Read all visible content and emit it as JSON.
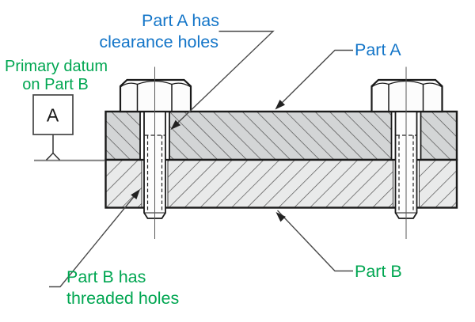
{
  "diagram_title": "Bolted joint cross-section: clearance vs threaded holes",
  "colors": {
    "label_blue": "#1375c8",
    "label_green": "#00a651",
    "outline_dark": "#1a1a1a",
    "part_a_fill": "#d3d5d6",
    "part_b_fill": "#e9eaea",
    "hatch_line": "#4f4f4f",
    "leader_line": "#4a4a4a"
  },
  "labels": {
    "clearance_callout_line1": "Part A has",
    "clearance_callout_line2": "clearance holes",
    "part_a": "Part A",
    "datum_note_line1": "Primary datum",
    "datum_note_line2": "on Part B",
    "datum_letter": "A",
    "threaded_callout_line1": "Part B has",
    "threaded_callout_line2": "threaded holes",
    "part_b": "Part B"
  }
}
